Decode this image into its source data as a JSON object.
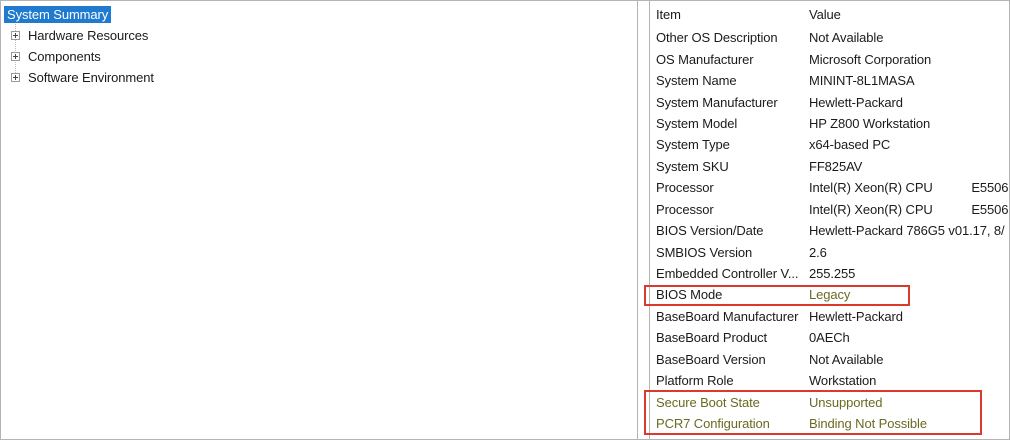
{
  "tree": {
    "items": [
      {
        "label": "System Summary",
        "selected": true,
        "has_expander": false
      },
      {
        "label": "Hardware Resources",
        "selected": false,
        "has_expander": true
      },
      {
        "label": "Components",
        "selected": false,
        "has_expander": true
      },
      {
        "label": "Software Environment",
        "selected": false,
        "has_expander": true
      }
    ]
  },
  "details": {
    "columns": [
      "Item",
      "Value"
    ],
    "rows": [
      {
        "item": "Other OS Description",
        "value": "Not Available",
        "hl": "none"
      },
      {
        "item": "OS Manufacturer",
        "value": "Microsoft Corporation",
        "hl": "none"
      },
      {
        "item": "System Name",
        "value": "MININT-8L1MASA",
        "hl": "none"
      },
      {
        "item": "System Manufacturer",
        "value": "Hewlett-Packard",
        "hl": "none"
      },
      {
        "item": "System Model",
        "value": "HP Z800 Workstation",
        "hl": "none"
      },
      {
        "item": "System Type",
        "value": "x64-based PC",
        "hl": "none"
      },
      {
        "item": "System SKU",
        "value": "FF825AV",
        "hl": "none"
      },
      {
        "item": "Processor",
        "value": "Intel(R) Xeon(R) CPU           E5506",
        "hl": "none"
      },
      {
        "item": "Processor",
        "value": "Intel(R) Xeon(R) CPU           E5506",
        "hl": "none"
      },
      {
        "item": "BIOS Version/Date",
        "value": "Hewlett-Packard 786G5 v01.17, 8/",
        "hl": "none"
      },
      {
        "item": "SMBIOS Version",
        "value": "2.6",
        "hl": "none"
      },
      {
        "item": "Embedded Controller V...",
        "value": "255.255",
        "hl": "none"
      },
      {
        "item": "BIOS Mode",
        "value": "Legacy",
        "hl": "value"
      },
      {
        "item": "BaseBoard Manufacturer",
        "value": "Hewlett-Packard",
        "hl": "none"
      },
      {
        "item": "BaseBoard Product",
        "value": "0AECh",
        "hl": "none"
      },
      {
        "item": "BaseBoard Version",
        "value": "Not Available",
        "hl": "none"
      },
      {
        "item": "Platform Role",
        "value": "Workstation",
        "hl": "none"
      },
      {
        "item": "Secure Boot State",
        "value": "Unsupported",
        "hl": "both"
      },
      {
        "item": "PCR7 Configuration",
        "value": "Binding Not Possible",
        "hl": "both"
      }
    ]
  },
  "annotations": {
    "color": "#d93a2b",
    "boxes": [
      {
        "target": "BIOS Mode row"
      },
      {
        "target": "Secure Boot State and PCR7 Configuration rows"
      }
    ]
  },
  "colors": {
    "selection_bg": "#1f7ad0",
    "selection_text": "#ffffff",
    "highlight_text": "#6b6a22",
    "text": "#1b1b1b",
    "border": "#b4b4b4"
  }
}
